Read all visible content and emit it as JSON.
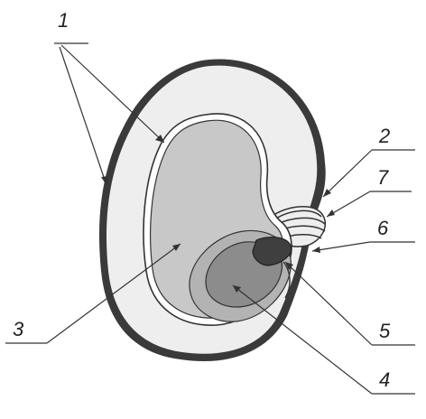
{
  "labels": [
    "1",
    "2",
    "3",
    "4",
    "5",
    "6",
    "7"
  ],
  "colors": {
    "outer_skin": "#3a3a3a",
    "seed_body": "#eeeeee",
    "inner_rim": "#ffffff",
    "endosperm": "#c8c8c8",
    "embryo_outer": "#b3b3b3",
    "embryo_core": "#8c8c8c",
    "embryo_dark": "#3f3f3f"
  }
}
